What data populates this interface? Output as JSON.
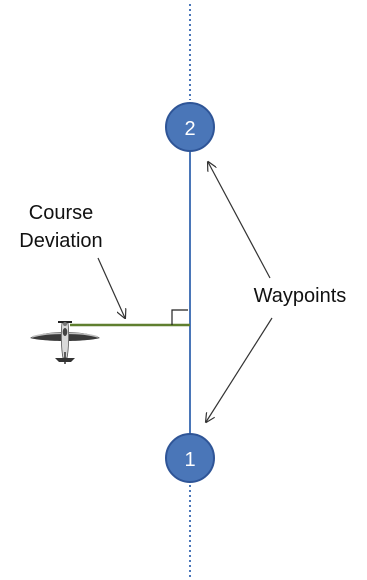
{
  "labels": {
    "course_line1": "Course",
    "course_line2": "Deviation",
    "waypoints": "Waypoints"
  },
  "waypoints": [
    {
      "label": "2"
    },
    {
      "label": "1"
    }
  ],
  "colors": {
    "route": "#4a76b8",
    "waypoint_fill": "#4a76b8",
    "waypoint_stroke": "#2f5597",
    "deviation_line": "#5f7f2f",
    "arrow": "#333333"
  },
  "icons": {
    "aircraft": "airplane-icon",
    "right_angle": "right-angle-marker-icon"
  }
}
